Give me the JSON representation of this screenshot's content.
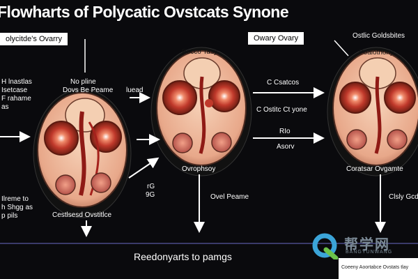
{
  "title": "Flowharts of Polycatic Ovstcats Synone",
  "boxes": {
    "left": "olycitde's Ovarry",
    "right": "Owary Ovary"
  },
  "left_labels": {
    "top_line1": "H lnastlas",
    "top_line2": "Isetcase",
    "top_line3": "F rahame",
    "top_line4": "as",
    "bottom_line1": "Ilreme to",
    "bottom_line2": "h Shgg as",
    "bottom_line3": "p pils"
  },
  "ovary1": {
    "top_line1": "No pline",
    "top_line2": "Dovs Be Peame",
    "bottom": "Cestlsesd Ovstitlce"
  },
  "mid_left_labels": {
    "arrow_label": "luead",
    "slash_label1": "rG",
    "slash_label2": "9G"
  },
  "ovary2": {
    "top": "Pocco Tasy",
    "bottom": "Ovrophsoy",
    "below_label": "Ovel Peame"
  },
  "mid_right_labels": {
    "c_label": "C Csatcos",
    "c2_label": "C Ostitc Ct yone",
    "rio": "RIo",
    "asorv": "Asorv"
  },
  "ovary3": {
    "top_small": "Ostlic Goldsbites",
    "top": "Poalothony",
    "bottom": "Coratsar Ovgamte",
    "right_label": "Clsly Gcdt"
  },
  "bottom_text": "Reedonyarts to pamgs",
  "watermark": {
    "cn": "帮学网",
    "en": "BANGYUNWANG"
  },
  "footer": "Coeeny Aoortabce Ovstats tlay",
  "colors": {
    "background": "#0a0a0d",
    "tissue": "#f2c3a6",
    "follicle": "#c0392b",
    "blood": "#a5211c",
    "axis_line": "#4a4a8a"
  }
}
